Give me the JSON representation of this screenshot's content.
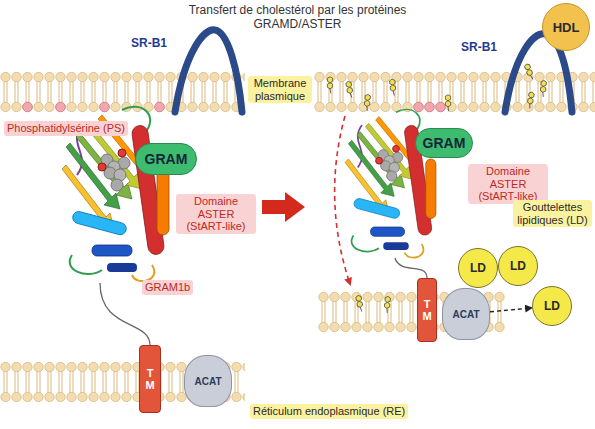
{
  "diagram": {
    "title": "Transfert de cholestérol par les protéines GRAMD/ASTER",
    "nodes": [
      {
        "text": [
          "GRAM"
        ]
      },
      {
        "text": [
          "TM"
        ]
      },
      {
        "text": [
          "ACAT"
        ]
      },
      {
        "text": [
          "HDL"
        ]
      },
      {
        "text": [
          "GRAM"
        ]
      },
      {
        "text": [
          "LD"
        ]
      },
      {
        "text": [
          "LD"
        ]
      },
      {
        "text": [
          "LD"
        ]
      },
      {
        "text": [
          "TM"
        ]
      },
      {
        "text": [
          "ACAT"
        ]
      }
    ],
    "edges": [
      {
        "from": 9,
        "to": 7,
        "arrow": "to"
      }
    ],
    "labels": [
      "SR-B1",
      "SR-B1",
      "Membrane plasmique",
      "Phosphatidylsérine (PS)",
      "Domaine ASTER (StART-like)",
      "GRAM1b",
      "Domaine ASTER (StART-like)",
      "Gouttelettes lipidiques (LD)",
      "Réticulum endoplasmique (RE)"
    ]
  }
}
